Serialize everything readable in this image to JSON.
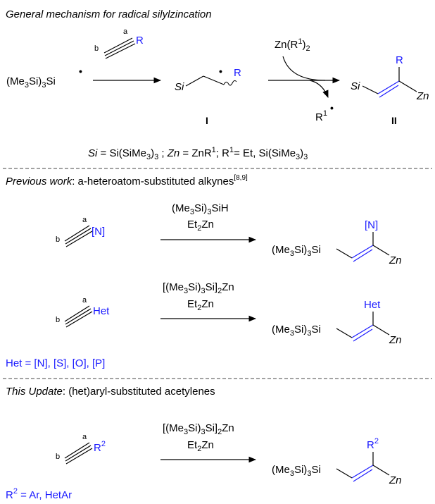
{
  "sections": {
    "mechanism_title": "General mechanism for radical silylzincation",
    "previous_label": "Previous work",
    "previous_rest": ": a-heteroatom-substituted alkynes",
    "previous_ref": "[8,9]",
    "update_label": "This Update",
    "update_rest": ": (het)aryl-substituted acetylenes"
  },
  "labels": {
    "a": "a",
    "b": "b",
    "R": "R",
    "Si": "Si",
    "Zn": "Zn",
    "radical_dot": "•",
    "N_group": "[N]",
    "Het": "Het",
    "Me3Si3Si": "(Me",
    "n3": "3",
    "Si_close": "Si)",
    "Si_end": "Si",
    "intermediate_I": "I",
    "product_II": "II",
    "R1": "R",
    "one": "1",
    "R2_sup": "2"
  },
  "reagents": {
    "zn_r1_a": "Zn(R",
    "zn_r1_b": "1",
    "zn_r1_c": ")",
    "zn_r1_d": "2",
    "silane_a": "(Me",
    "silane_b": "3",
    "silane_c": "Si)",
    "silane_d": "3",
    "silane_e": "SiH",
    "et2zn_a": "Et",
    "et2zn_b": "2",
    "et2zn_c": "Zn",
    "bis_a": "[(Me",
    "bis_b": "3",
    "bis_c": "Si)",
    "bis_d": "3",
    "bis_e": "Si]",
    "bis_f": "2",
    "bis_g": "Zn"
  },
  "definitions": {
    "def_si": "Si",
    "def_eq1": " = Si(SiMe",
    "def_3a": "3",
    "def_close1": ")",
    "def_3b": "3",
    "def_semi": " ; ",
    "def_zn": "Zn",
    "def_eq2": " = ZnR",
    "def_1a": "1",
    "def_semi2": "; R",
    "def_1b": "1",
    "def_eq3": "= Et, Si(SiMe",
    "def_3c": "3",
    "def_close2": ")",
    "def_3d": "3",
    "het_def": "Het = [N], [S], [O], [P]",
    "r2_def_a": "R",
    "r2_def_b": "2",
    "r2_def_c": " = Ar, HetAr"
  },
  "colors": {
    "accent": "#1a1aff",
    "text": "#000000",
    "divider": "#444444"
  }
}
